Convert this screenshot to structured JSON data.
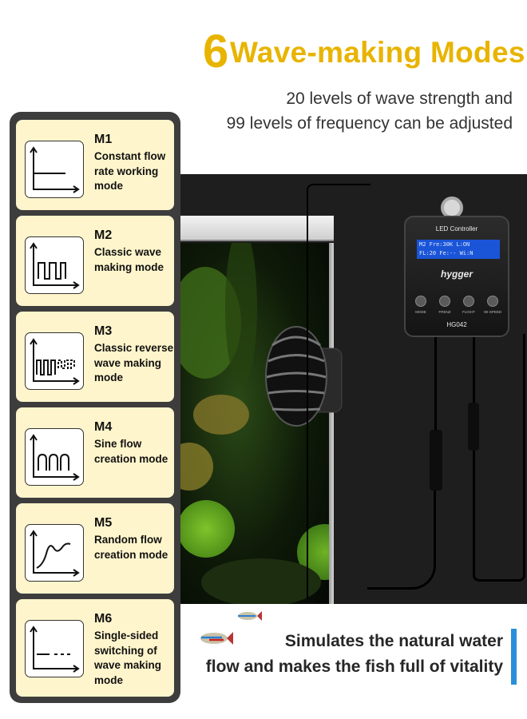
{
  "header": {
    "title_number": "6",
    "title_text": "Wave-making Modes",
    "subtitle_line1": "20 levels of wave strength and",
    "subtitle_line2": "99 levels of frequency can be adjusted"
  },
  "modes": [
    {
      "code": "M1",
      "line1": "Constant flow",
      "line2": "rate working",
      "line3": "mode",
      "line4": "",
      "icon": "constant-flow-graph-icon"
    },
    {
      "code": "M2",
      "line1": "Classic wave",
      "line2": "making mode",
      "line3": "",
      "line4": "",
      "icon": "square-wave-graph-icon"
    },
    {
      "code": "M3",
      "line1": "Classic reverse",
      "line2": "wave making",
      "line3": "mode",
      "line4": "",
      "icon": "reverse-square-wave-graph-icon"
    },
    {
      "code": "M4",
      "line1": "Sine flow",
      "line2": "creation mode",
      "line3": "",
      "line4": "",
      "icon": "sine-wave-graph-icon"
    },
    {
      "code": "M5",
      "line1": "Random flow",
      "line2": "creation mode",
      "line3": "",
      "line4": "",
      "icon": "random-wave-graph-icon"
    },
    {
      "code": "M6",
      "line1": "Single-sided",
      "line2": "switching of",
      "line3": "wave making",
      "line4": "mode",
      "icon": "dashed-wave-graph-icon"
    }
  ],
  "controller": {
    "label": "LED Controller",
    "lcd_line1": "M2 Fre:30K L:ON",
    "lcd_line2": "FL:20 Fe:-- Wi:N",
    "brand": "hygger",
    "model": "HG042",
    "buttons": [
      "MODE",
      "FRENZ",
      "FLIGHT",
      "WI-SPEED"
    ]
  },
  "footer": {
    "line1": "Simulates the natural water",
    "line2": "flow and makes the fish full of vitality"
  },
  "colors": {
    "title": "#e8b400",
    "card_bg": "#fff5cc",
    "panel_bg": "#3d3d3d",
    "accent": "#2a8fd9",
    "lcd": "#1a55d8"
  }
}
